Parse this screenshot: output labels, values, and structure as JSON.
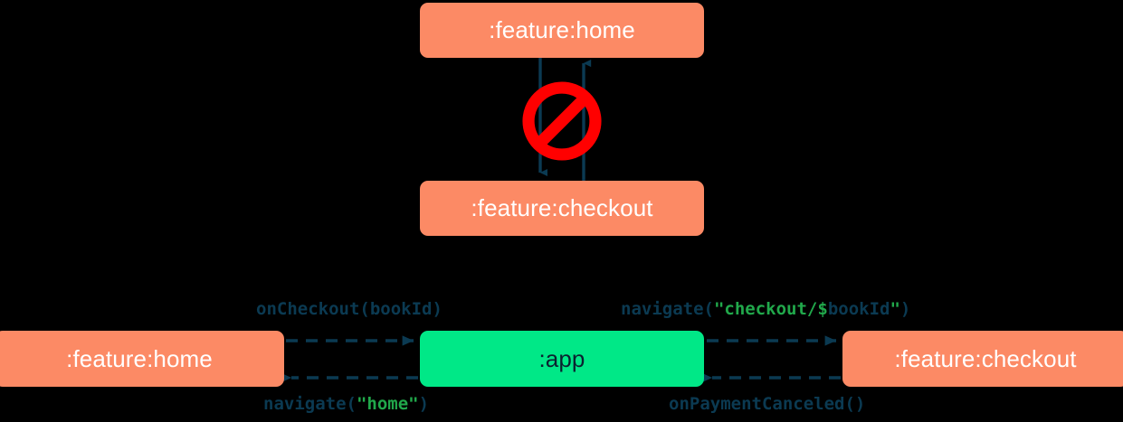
{
  "diagram": {
    "title": "module-navigation-diagram",
    "colors": {
      "background": "#000000",
      "feature_module": "#FC8A65",
      "app_module": "#00E887",
      "arrow": "#0B3A52",
      "forbidden": "#FF0000",
      "code_plain": "#0B3A52",
      "code_identifier": "#155E78",
      "code_string": "#21A84B"
    },
    "top_section": {
      "nodes": [
        {
          "id": "top-home",
          "label": ":feature:home",
          "type": "feature"
        },
        {
          "id": "top-checkout",
          "label": ":feature:checkout",
          "type": "feature"
        }
      ],
      "badge": {
        "icon": "no-entry-icon",
        "meaning": "forbidden direct dependency"
      },
      "edges": [
        {
          "from": "top-home",
          "to": "top-checkout",
          "style": "solid",
          "direction": "down"
        },
        {
          "from": "top-checkout",
          "to": "top-home",
          "style": "solid",
          "direction": "up"
        }
      ]
    },
    "bottom_section": {
      "nodes": [
        {
          "id": "bottom-home",
          "label": ":feature:home",
          "type": "feature"
        },
        {
          "id": "bottom-app",
          "label": ":app",
          "type": "app"
        },
        {
          "id": "bottom-checkout",
          "label": ":feature:checkout",
          "type": "feature"
        }
      ],
      "edges": [
        {
          "id": "edge-home-to-app",
          "from": "bottom-home",
          "to": "bottom-app",
          "style": "dashed",
          "direction": "right",
          "label_position": "above",
          "label_tokens": [
            {
              "text": "onCheckout",
              "token": "plain"
            },
            {
              "text": "(",
              "token": "paren"
            },
            {
              "text": "bookId",
              "token": "identifier"
            },
            {
              "text": ")",
              "token": "paren"
            }
          ],
          "label_text": "onCheckout(bookId)"
        },
        {
          "id": "edge-app-to-checkout",
          "from": "bottom-app",
          "to": "bottom-checkout",
          "style": "dashed",
          "direction": "right",
          "label_position": "above",
          "label_tokens": [
            {
              "text": "navigate",
              "token": "plain"
            },
            {
              "text": "(",
              "token": "paren"
            },
            {
              "text": "\"checkout/$",
              "token": "string"
            },
            {
              "text": "bookId",
              "token": "identifier"
            },
            {
              "text": "\"",
              "token": "string"
            },
            {
              "text": ")",
              "token": "paren"
            }
          ],
          "label_text": "navigate(\"checkout/$bookId\")"
        },
        {
          "id": "edge-app-to-home",
          "from": "bottom-app",
          "to": "bottom-home",
          "style": "dashed",
          "direction": "left",
          "label_position": "below",
          "label_tokens": [
            {
              "text": "navigate",
              "token": "plain"
            },
            {
              "text": "(",
              "token": "paren"
            },
            {
              "text": "\"home\"",
              "token": "string"
            },
            {
              "text": ")",
              "token": "paren"
            }
          ],
          "label_text": "navigate(\"home\")"
        },
        {
          "id": "edge-checkout-to-app",
          "from": "bottom-checkout",
          "to": "bottom-app",
          "style": "dashed",
          "direction": "left",
          "label_position": "below",
          "label_tokens": [
            {
              "text": "onPaymentCanceled",
              "token": "plain"
            },
            {
              "text": "()",
              "token": "paren"
            }
          ],
          "label_text": "onPaymentCanceled()"
        }
      ]
    }
  }
}
